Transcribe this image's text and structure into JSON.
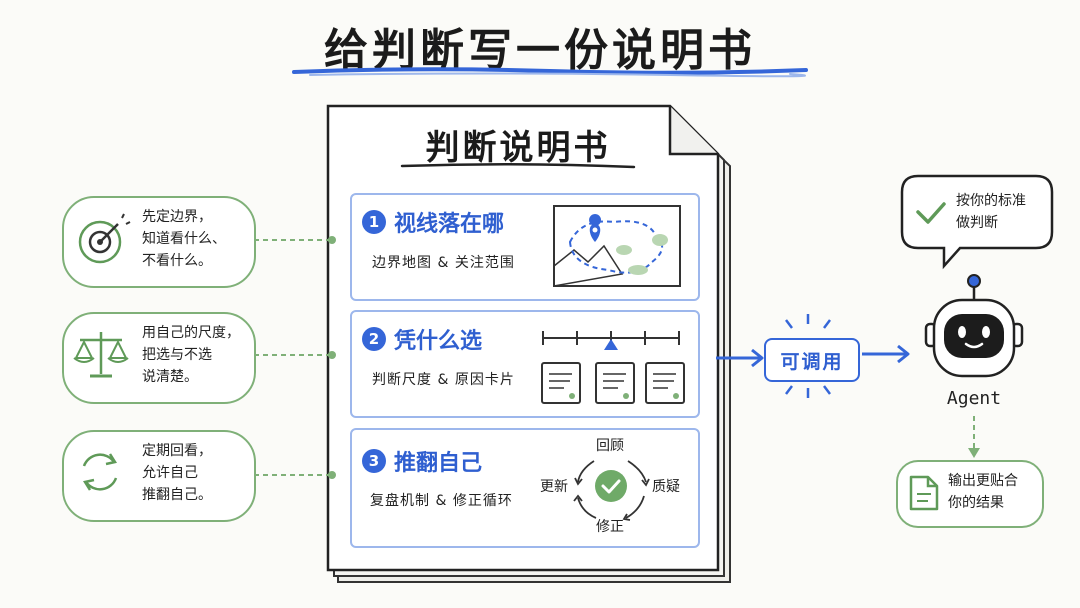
{
  "title": "给判断写一份说明书",
  "doc_title": "判断说明书",
  "sections": [
    {
      "num": "1",
      "heading": "视线落在哪",
      "sub": "边界地图 & 关注范围"
    },
    {
      "num": "2",
      "heading": "凭什么选",
      "sub": "判断尺度 & 原因卡片"
    },
    {
      "num": "3",
      "heading": "推翻自己",
      "sub": "复盘机制 & 修正循环"
    }
  ],
  "left_notes": [
    {
      "icon": "target-icon",
      "lines": [
        "先定边界，",
        "知道看什么、",
        "不看什么。"
      ]
    },
    {
      "icon": "scale-icon",
      "lines": [
        "用自己的尺度，",
        "把选与不选",
        "说清楚。"
      ]
    },
    {
      "icon": "cycle-icon",
      "lines": [
        "定期回看，",
        "允许自己",
        "推翻自己。"
      ]
    }
  ],
  "cycle": {
    "top": "回顾",
    "right": "质疑",
    "bottom": "修正",
    "left": "更新"
  },
  "callable": "可调用",
  "agent": {
    "label": "Agent",
    "speech_lines": [
      "按你的标准",
      "做判断"
    ],
    "result_lines": [
      "输出更贴合",
      "你的结果"
    ]
  },
  "colors": {
    "blue": "#3566d8",
    "green": "#7fb078",
    "light_blue": "#9db7ec"
  }
}
